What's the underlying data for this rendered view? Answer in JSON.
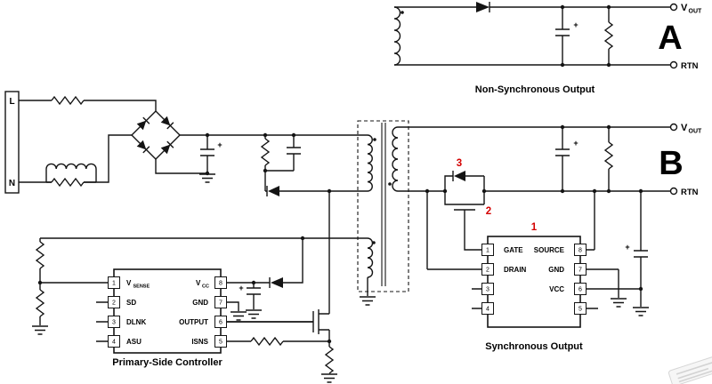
{
  "colors": {
    "callout": "#d40000",
    "wire": "#141414"
  },
  "input_terminals": {
    "line": "L",
    "neutral": "N"
  },
  "section_a": {
    "label": "A",
    "caption": "Non-Synchronous Output",
    "vout_main": "V",
    "vout_sub": "OUT",
    "rtn": "RTN"
  },
  "section_b": {
    "label": "B",
    "caption": "Synchronous Output",
    "vout_main": "V",
    "vout_sub": "OUT",
    "rtn": "RTN"
  },
  "callouts": {
    "c1": "1",
    "c2": "2",
    "c3": "3"
  },
  "primary_ic": {
    "caption": "Primary-Side Controller",
    "pins_left": [
      {
        "num": "1",
        "main": "V",
        "sub": "SENSE"
      },
      {
        "num": "2",
        "main": "SD",
        "sub": ""
      },
      {
        "num": "3",
        "main": "DLNK",
        "sub": ""
      },
      {
        "num": "4",
        "main": "ASU",
        "sub": ""
      }
    ],
    "pins_right": [
      {
        "num": "8",
        "main": "V",
        "sub": "CC"
      },
      {
        "num": "7",
        "main": "GND",
        "sub": ""
      },
      {
        "num": "6",
        "main": "OUTPUT",
        "sub": ""
      },
      {
        "num": "5",
        "main": "ISNS",
        "sub": ""
      }
    ]
  },
  "sync_ic": {
    "pins_left": [
      {
        "num": "1",
        "name": "GATE"
      },
      {
        "num": "2",
        "name": "DRAIN"
      },
      {
        "num": "3",
        "name": ""
      },
      {
        "num": "4",
        "name": ""
      }
    ],
    "pins_right": [
      {
        "num": "8",
        "name": "SOURCE"
      },
      {
        "num": "7",
        "name": "GND"
      },
      {
        "num": "6",
        "name": "VCC"
      },
      {
        "num": "5",
        "name": ""
      }
    ]
  },
  "symbols": {
    "plus": "+"
  }
}
